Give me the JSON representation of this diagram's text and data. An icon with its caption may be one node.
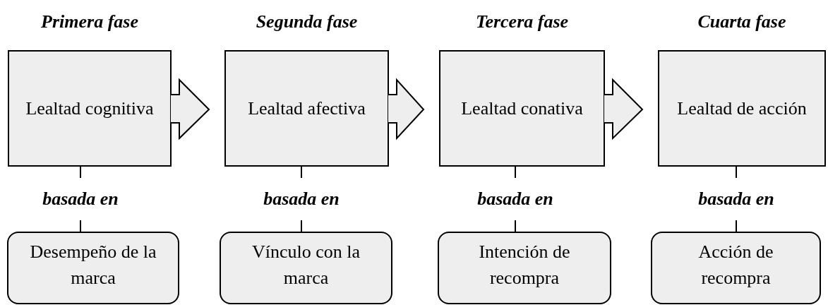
{
  "diagram": {
    "nodes": [
      {
        "text": [
          "Primera fase",
          "Lealtad cognitiva"
        ]
      },
      {
        "text": [
          "Segunda fase",
          "Lealtad afectiva"
        ]
      },
      {
        "text": [
          "Tercera fase",
          "Lealtad conativa"
        ]
      },
      {
        "text": [
          "Cuarta fase",
          "Lealtad de acción"
        ]
      },
      {
        "text": [
          "Desempeño de la marca"
        ]
      },
      {
        "text": [
          "Vínculo con la marca"
        ]
      },
      {
        "text": [
          "Intención de recompra"
        ]
      },
      {
        "text": [
          "Acción de recompra"
        ]
      }
    ],
    "edges": [
      {
        "from": 0,
        "to": 1,
        "arrow": "to"
      },
      {
        "from": 1,
        "to": 2,
        "arrow": "to"
      },
      {
        "from": 2,
        "to": 3,
        "arrow": "to"
      },
      {
        "from": 0,
        "to": 4,
        "arrow": "none",
        "label": "basada en"
      },
      {
        "from": 1,
        "to": 5,
        "arrow": "none",
        "label": "basada en"
      },
      {
        "from": 2,
        "to": 6,
        "arrow": "none",
        "label": "basada en"
      },
      {
        "from": 3,
        "to": 7,
        "arrow": "none",
        "label": "basada en"
      }
    ]
  }
}
